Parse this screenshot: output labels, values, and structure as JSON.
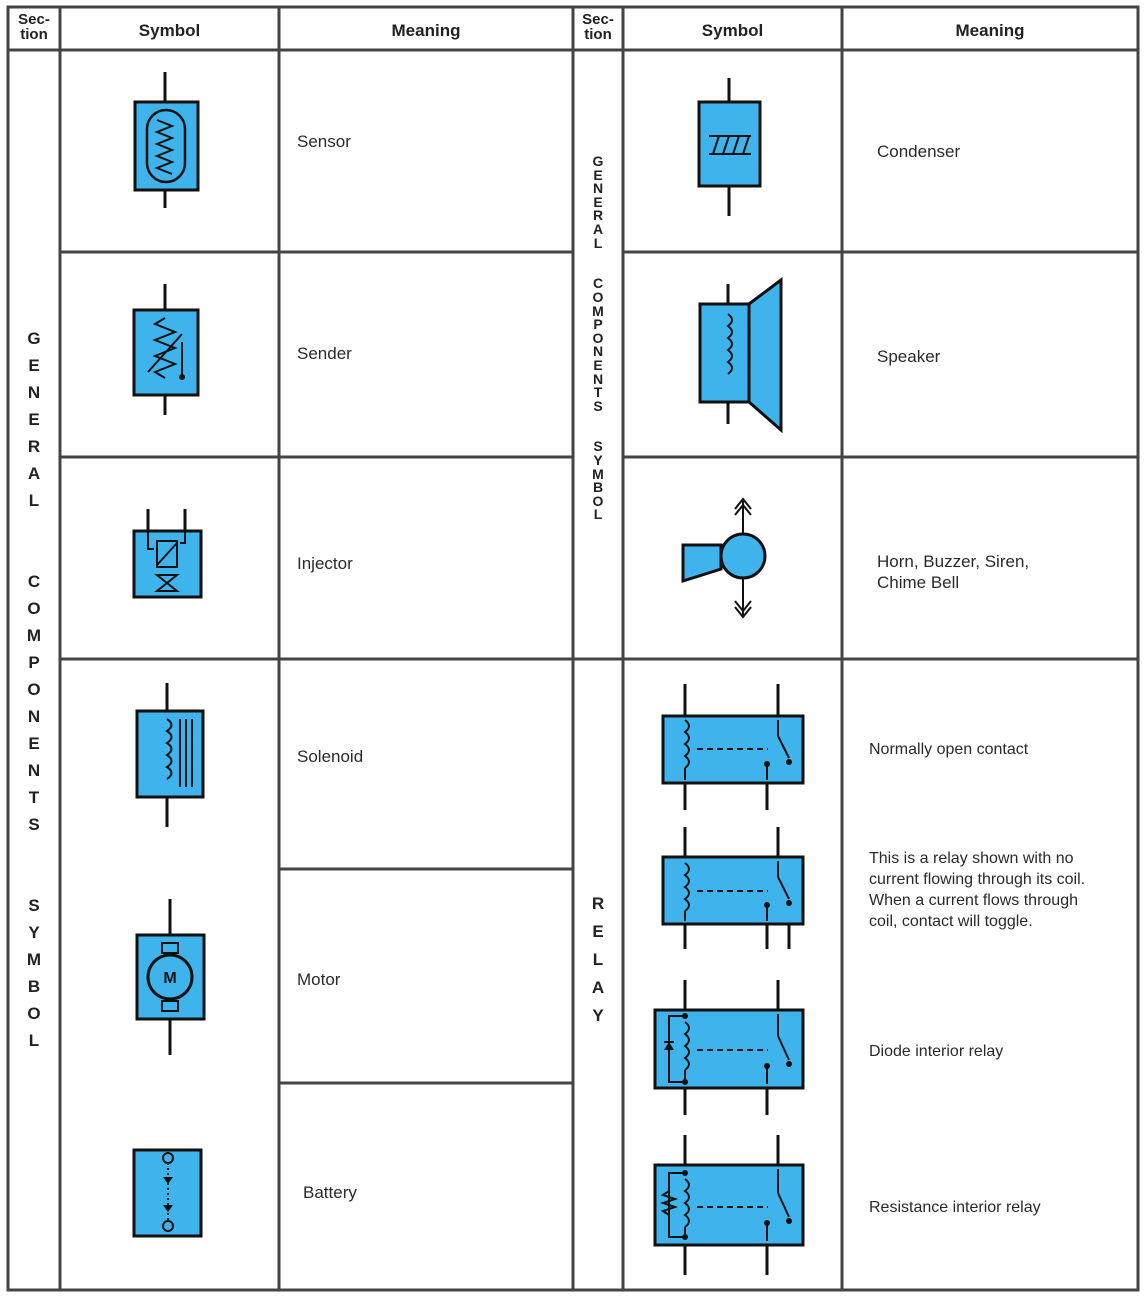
{
  "header": {
    "section_left": "Sec-\ntion",
    "symbol_left": "Symbol",
    "meaning_left": "Meaning",
    "section_right": "Sec-\ntion",
    "symbol_right": "Symbol",
    "meaning_right": "Meaning"
  },
  "sections": {
    "left_label": "GENERAL  COMPONENTS  SYMBOL",
    "right_top_label": "GENERAL  COMPONENTS  SYMBOL",
    "right_bottom_label": "RELAY"
  },
  "left_rows": [
    {
      "symbol": "sensor-icon",
      "meaning": "Sensor"
    },
    {
      "symbol": "sender-icon",
      "meaning": "Sender"
    },
    {
      "symbol": "injector-icon",
      "meaning": "Injector"
    },
    {
      "symbol": "solenoid-icon",
      "meaning": "Solenoid"
    },
    {
      "symbol": "motor-icon",
      "meaning": "Motor",
      "motor_letter": "M"
    },
    {
      "symbol": "battery-icon",
      "meaning": "Battery"
    }
  ],
  "right_rows": [
    {
      "symbol": "condenser-icon",
      "meaning": "Condenser"
    },
    {
      "symbol": "speaker-icon",
      "meaning": "Speaker"
    },
    {
      "symbol": "horn-icon",
      "meaning": "Horn, Buzzer, Siren,\nChime Bell"
    },
    {
      "symbol": "relay-normally-open-icon",
      "meaning": "Normally open contact"
    },
    {
      "symbol": "relay-no-current-icon",
      "meaning": "This is a relay shown with no\ncurrent flowing through its coil.\nWhen a current flows through\ncoil, contact will toggle."
    },
    {
      "symbol": "relay-diode-icon",
      "meaning": "Diode interior relay"
    },
    {
      "symbol": "relay-resistance-icon",
      "meaning": "Resistance interior relay"
    }
  ],
  "colors": {
    "symbol_fill": "#3fb4ec",
    "line": "#1a1a1a",
    "grid": "#555555"
  }
}
